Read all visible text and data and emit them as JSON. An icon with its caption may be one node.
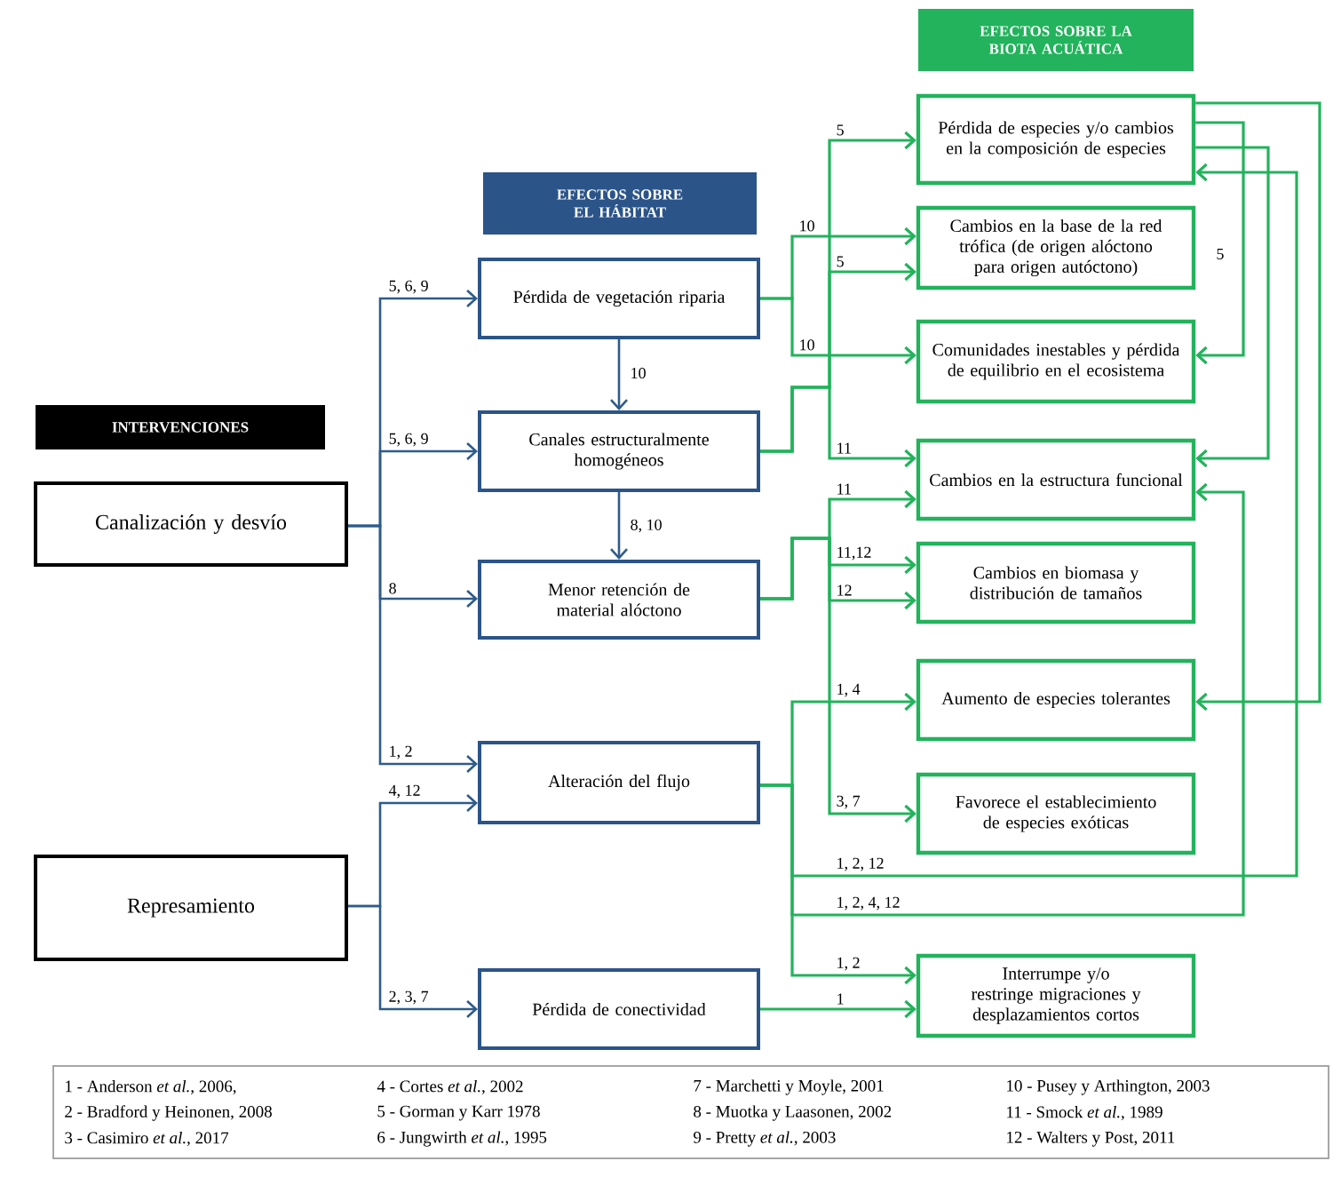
{
  "diagram": {
    "nodes": [
      {
        "text": [
          "INTERVENCIONES"
        ]
      },
      {
        "text": [
          "Canalización y desvío"
        ]
      },
      {
        "text": [
          "Represamiento"
        ]
      },
      {
        "text": [
          "EFECTOS SOBRE EL HÁBITAT"
        ]
      },
      {
        "text": [
          "Pérdida de vegetación riparia"
        ]
      },
      {
        "text": [
          "Canales estructuralmente homogéneos"
        ]
      },
      {
        "text": [
          "Menor retención de material alóctono"
        ]
      },
      {
        "text": [
          "Alteración del flujo"
        ]
      },
      {
        "text": [
          "Pérdida de conectividad"
        ]
      },
      {
        "text": [
          "EFECTOS SOBRE LA BIOTA ACUÁTICA"
        ]
      },
      {
        "text": [
          "Pérdida de especies y/o cambios en la composición de especies"
        ]
      },
      {
        "text": [
          "Cambios en la base de la red trófica (de origen alóctono para origen autóctono)"
        ]
      },
      {
        "text": [
          "Comunidades inestables y pérdida de equilibrio en el ecosistema"
        ]
      },
      {
        "text": [
          "Cambios en la estructura funcional"
        ]
      },
      {
        "text": [
          "Cambios en biomasa y distribución de tamaños"
        ]
      },
      {
        "text": [
          "Aumento de especies tolerantes"
        ]
      },
      {
        "text": [
          "Favorece el establecimiento de especies exóticas"
        ]
      },
      {
        "text": [
          "Interrumpe y/o restringe migraciones y desplazamientos cortos"
        ]
      }
    ],
    "edges": [
      {
        "from": 1,
        "to": 4,
        "arrow": "to",
        "label": "5, 6, 9",
        "color": "#2e5b8a"
      },
      {
        "from": 1,
        "to": 5,
        "arrow": "to",
        "label": "5, 6, 9",
        "color": "#2e5b8a"
      },
      {
        "from": 1,
        "to": 6,
        "arrow": "to",
        "label": "8",
        "color": "#2e5b8a"
      },
      {
        "from": 1,
        "to": 7,
        "arrow": "to",
        "label": "1, 2",
        "color": "#2e5b8a"
      },
      {
        "from": 2,
        "to": 7,
        "arrow": "to",
        "label": "4, 12",
        "color": "#2e5b8a"
      },
      {
        "from": 2,
        "to": 8,
        "arrow": "to",
        "label": "2, 3, 7",
        "color": "#2e5b8a"
      },
      {
        "from": 4,
        "to": 5,
        "arrow": "to",
        "label": "10",
        "color": "#2e5b8a"
      },
      {
        "from": 5,
        "to": 6,
        "arrow": "to",
        "label": "8, 10",
        "color": "#2e5b8a"
      },
      {
        "from": 4,
        "to": 11,
        "arrow": "to",
        "label": "10"
      },
      {
        "from": 4,
        "to": 12,
        "arrow": "to",
        "label": "10"
      },
      {
        "from": 5,
        "to": 10,
        "arrow": "to",
        "label": "5"
      },
      {
        "from": 5,
        "to": 11,
        "arrow": "to",
        "label": "5"
      },
      {
        "from": 5,
        "to": 13,
        "arrow": "to",
        "label": "11"
      },
      {
        "from": 6,
        "to": 13,
        "arrow": "to",
        "label": "11"
      },
      {
        "from": 6,
        "to": 14,
        "arrow": "to",
        "label": "11,12"
      },
      {
        "from": 6,
        "to": 14,
        "arrow": "to",
        "label": "12"
      },
      {
        "from": 6,
        "to": 16,
        "arrow": "to",
        "label": "3, 7"
      },
      {
        "from": 7,
        "to": 15,
        "arrow": "to",
        "label": "1, 4"
      },
      {
        "from": 7,
        "to": 10,
        "arrow": "to",
        "label": "1, 2, 12"
      },
      {
        "from": 7,
        "to": 13,
        "arrow": "to",
        "label": "1, 2, 4, 12"
      },
      {
        "from": 7,
        "to": 17,
        "arrow": "to",
        "label": "1, 2"
      },
      {
        "from": 8,
        "to": 17,
        "arrow": "to",
        "label": "1"
      },
      {
        "from": 10,
        "to": 12,
        "arrow": "to",
        "label": "5"
      },
      {
        "from": 10,
        "to": 13,
        "arrow": "to"
      },
      {
        "from": 10,
        "to": 15,
        "arrow": "to"
      }
    ],
    "labels": [
      "1 - Anderson *et al.*, 2006,",
      "4 - Cortes *et al.*, 2002",
      "7 - Marchetti y Moyle, 2001",
      "10 - Pusey y Arthington, 2003",
      "2 - Bradford y Heinonen, 2008",
      "5 - Gorman y Karr 1978",
      "8 - Muotka y Laasonen, 2002",
      "11 - Smock *et al.*, 1989",
      "3 - Casimiro *et al.*, 2017",
      "6 - Jungwirth *et al.*, 1995",
      "9 - Pretty *et al.*, 2003",
      "12 - Walters y Post, 2011"
    ]
  }
}
